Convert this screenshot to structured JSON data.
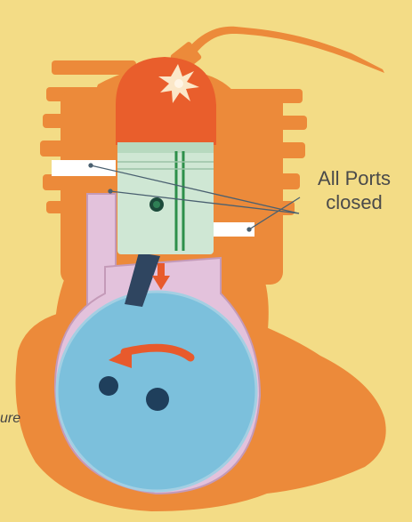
{
  "annotation": {
    "line1": "All Ports",
    "line2": "closed"
  },
  "partial_label": "ure",
  "colors": {
    "background": "#f3dc86",
    "engine_body": "#ec8a3a",
    "combustion_chamber": "#e95e2c",
    "piston": "#cfe7d4",
    "crankcase_lining": "#e3c2dc",
    "crank_disc": "#7cc0dc",
    "arrow": "#e85a2c",
    "leader_lines": "#4a6070"
  },
  "icons": [
    "spark-flash-icon",
    "piston-down-arrow-icon",
    "rotation-arrow-icon"
  ]
}
